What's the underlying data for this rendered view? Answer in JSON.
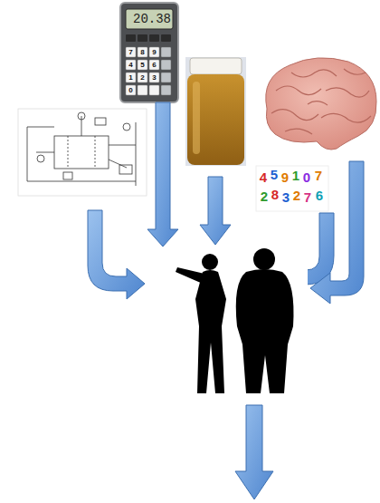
{
  "diagram": {
    "labels": [
      "20.38",
      "7",
      "8",
      "9",
      "4",
      "5",
      "6",
      "1",
      "2",
      "3",
      "0",
      "4",
      "5",
      "9",
      "1",
      "0",
      "7",
      "2",
      "8",
      "3",
      "2",
      "7",
      "6"
    ]
  }
}
